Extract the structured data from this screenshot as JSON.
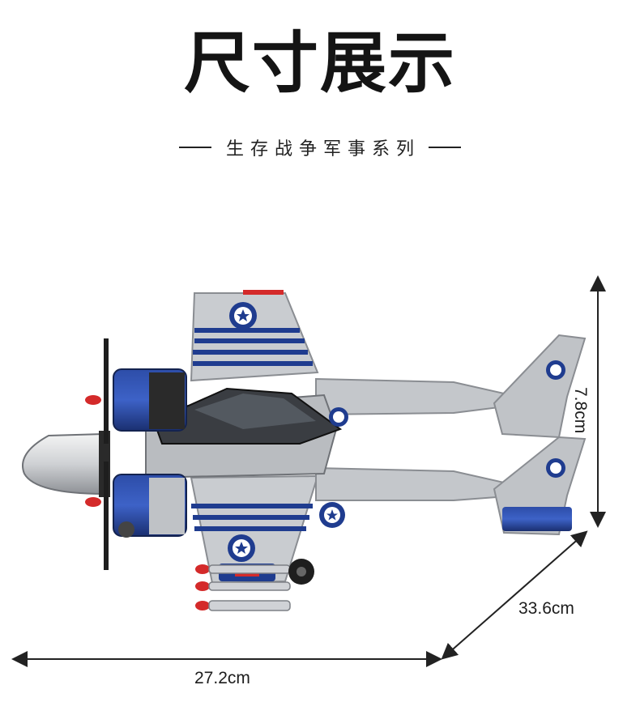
{
  "header": {
    "title": "尺寸展示",
    "subtitle": "生存战争军事系列"
  },
  "dimensions": {
    "height": "7.8cm",
    "length": "33.6cm",
    "width": "27.2cm"
  },
  "colors": {
    "navy": "#1f3c8f",
    "grey": "#bfc2c6",
    "dark": "#2a2a2a",
    "red": "#d42a2a"
  }
}
